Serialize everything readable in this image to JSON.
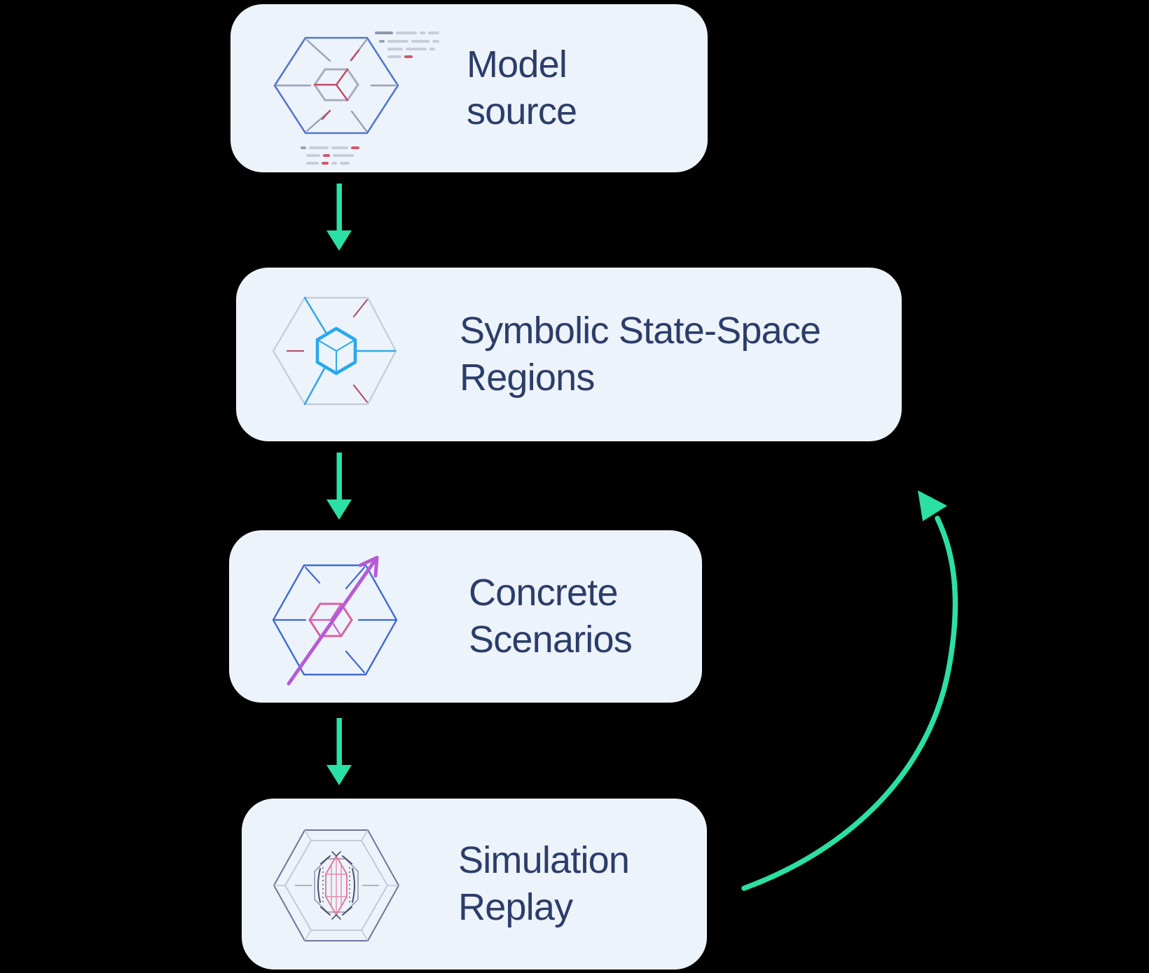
{
  "flow": {
    "background": "#000000",
    "card_bg": "#edf3fa",
    "text_color": "#2c3d6a",
    "arrow_color": "#2be0a4",
    "nodes": [
      {
        "id": "model-source",
        "label": "Model source",
        "lines": [
          "Model",
          "source"
        ],
        "icon": "hexagon-cube-code-icon"
      },
      {
        "id": "symbolic-state-space-regions",
        "label": "Symbolic State-Space Regions",
        "lines": [
          "Symbolic State-Space",
          "Regions"
        ],
        "icon": "hexagon-highlighted-cube-icon"
      },
      {
        "id": "concrete-scenarios",
        "label": "Concrete Scenarios",
        "lines": [
          "Concrete",
          "Scenarios"
        ],
        "icon": "hexagon-trajectory-arrow-icon"
      },
      {
        "id": "simulation-replay",
        "label": "Simulation Replay",
        "lines": [
          "Simulation",
          "Replay"
        ],
        "icon": "nested-hexagon-gem-icon"
      }
    ],
    "edges": [
      {
        "from": "model-source",
        "to": "symbolic-state-space-regions",
        "type": "straight-down"
      },
      {
        "from": "symbolic-state-space-regions",
        "to": "concrete-scenarios",
        "type": "straight-down"
      },
      {
        "from": "concrete-scenarios",
        "to": "simulation-replay",
        "type": "straight-down"
      },
      {
        "from": "simulation-replay",
        "to": "symbolic-state-space-regions",
        "type": "curved-feedback-up"
      }
    ]
  }
}
